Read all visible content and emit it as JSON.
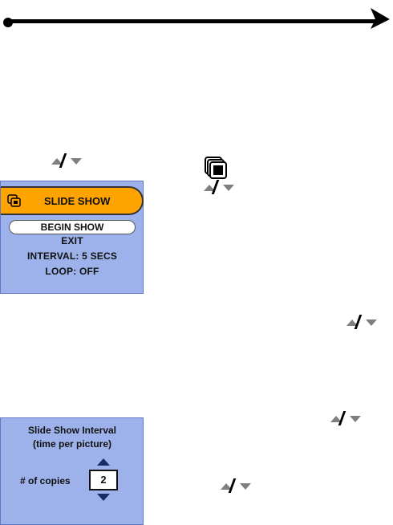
{
  "slideshow_menu": {
    "title": "SLIDE SHOW",
    "items": [
      "BEGIN SHOW",
      "EXIT",
      "INTERVAL: 5 SECS",
      "LOOP: OFF"
    ]
  },
  "interval_panel": {
    "line1": "Slide Show Interval",
    "line2": "(time per picture)",
    "copies_label": "# of copies",
    "copies_value": "2"
  },
  "icons": [
    "page-rule-arrow-icon",
    "up-down-nav-icon",
    "slide-show-frames-icon",
    "spinner-up-icon",
    "spinner-down-icon"
  ],
  "colors": {
    "panel_bg": "#9db2ea",
    "title_bar": "#ffa300",
    "nav_gray": "#7f7f7f"
  }
}
